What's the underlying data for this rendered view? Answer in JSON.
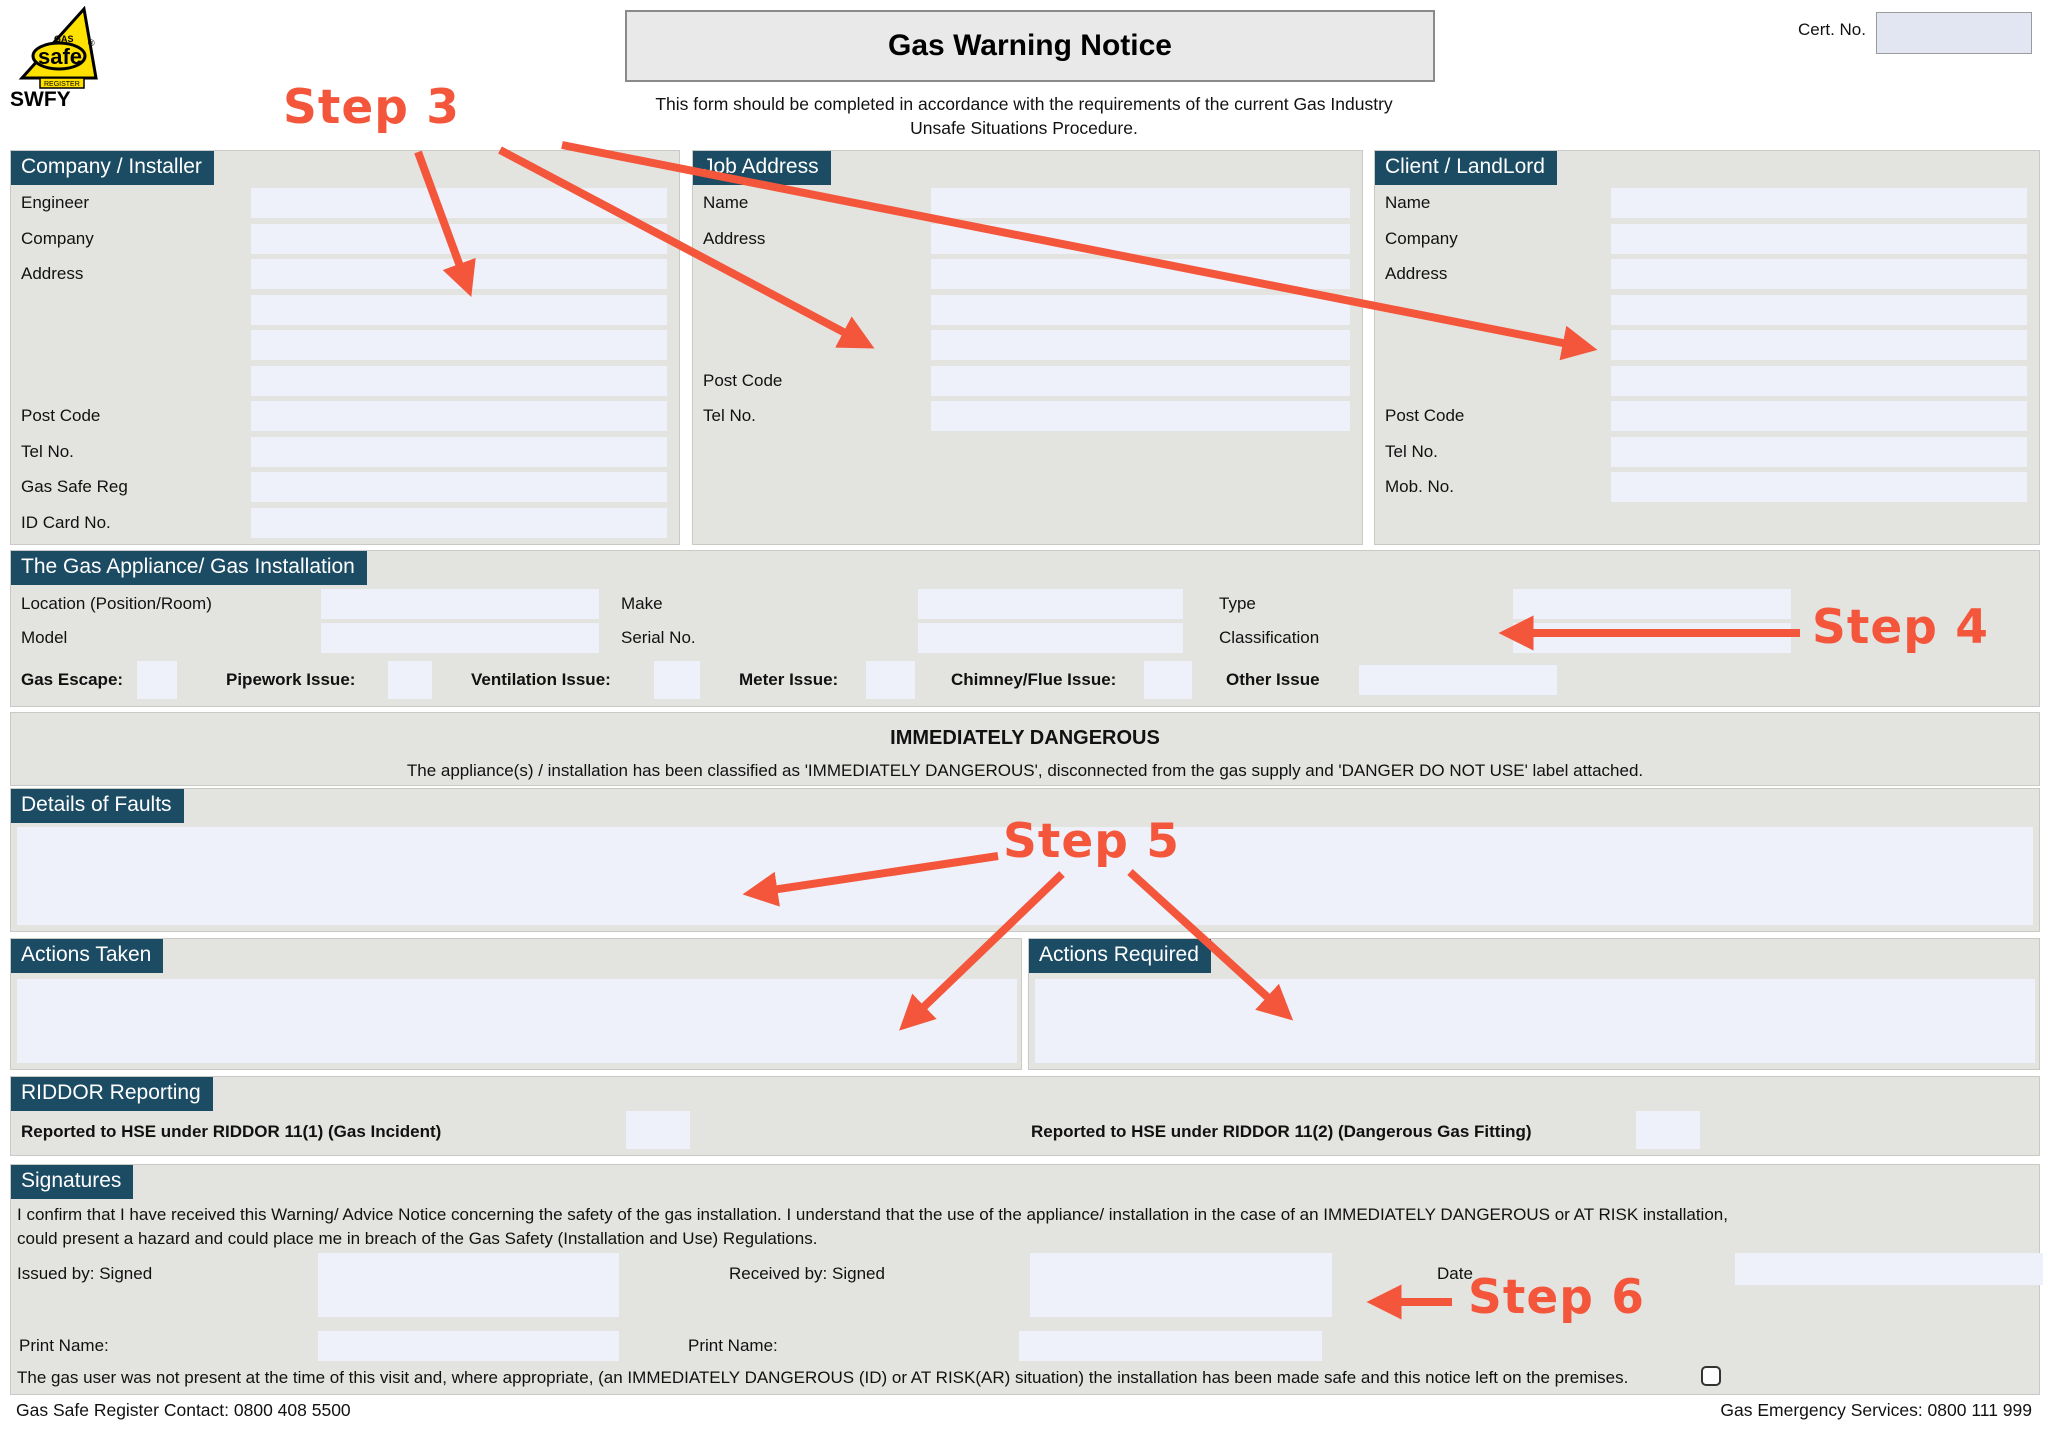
{
  "accent_color": "#f4563b",
  "tab_color": "#1c4b64",
  "header": {
    "logo": {
      "brand_top": "GAS",
      "brand": "safe",
      "reg_mark": "®",
      "brand_bottom": "REGISTER",
      "org": "SWFY"
    },
    "title": "Gas Warning Notice",
    "subtitle_line1": "This form should be completed in accordance with the requirements of the current Gas Industry",
    "subtitle_line2": "Unsafe Situations Procedure.",
    "cert_no_label": "Cert. No."
  },
  "company_installer": {
    "title": "Company / Installer",
    "labels": {
      "engineer": "Engineer",
      "company": "Company",
      "address": "Address",
      "post_code": "Post Code",
      "tel_no": "Tel No.",
      "gas_safe_reg": "Gas Safe Reg",
      "id_card_no": "ID Card No."
    }
  },
  "job_address": {
    "title": "Job Address",
    "labels": {
      "name": "Name",
      "address": "Address",
      "post_code": "Post Code",
      "tel_no": "Tel No."
    }
  },
  "client_landlord": {
    "title": "Client / LandLord",
    "labels": {
      "name": "Name",
      "company": "Company",
      "address": "Address",
      "post_code": "Post Code",
      "tel_no": "Tel No.",
      "mob_no": "Mob. No."
    }
  },
  "appliance": {
    "title": "The Gas Appliance/ Gas Installation",
    "labels": {
      "location": "Location (Position/Room)",
      "model": "Model",
      "make": "Make",
      "serial_no": "Serial No.",
      "type": "Type",
      "classification": "Classification"
    },
    "issues": {
      "gas_escape": "Gas Escape:",
      "pipework": "Pipework Issue:",
      "ventilation": "Ventilation Issue:",
      "meter": "Meter Issue:",
      "chimney_flue": "Chimney/Flue Issue:",
      "other": "Other Issue"
    }
  },
  "immediately_dangerous": {
    "title": "IMMEDIATELY DANGEROUS",
    "description": "The appliance(s) / installation has been classified as 'IMMEDIATELY DANGEROUS', disconnected from the gas supply and 'DANGER DO NOT USE' label attached."
  },
  "details_of_faults": {
    "title": "Details of Faults"
  },
  "actions": {
    "taken_title": "Actions Taken",
    "required_title": "Actions Required"
  },
  "riddor": {
    "title": "RIDDOR Reporting",
    "label_11_1": "Reported to HSE under RIDDOR 11(1) (Gas Incident)",
    "label_11_2": "Reported to HSE under RIDDOR 11(2) (Dangerous Gas Fitting)"
  },
  "signatures": {
    "title": "Signatures",
    "confirm_line1": "I confirm that I have received this Warning/ Advice Notice concerning the safety of the gas installation. I understand that the use of the appliance/ installation in the case of an IMMEDIATELY DANGEROUS or AT RISK installation,",
    "confirm_line2": "could present a hazard and could place me in breach of the Gas Safety (Installation and Use) Regulations.",
    "issued_by": "Issued by: Signed",
    "received_by": "Received by: Signed",
    "date": "Date",
    "print_name_left": "Print Name:",
    "print_name_right": "Print Name:",
    "not_present_note": "The gas user was not present at the time of this visit and, where appropriate, (an IMMEDIATELY DANGEROUS (ID) or AT RISK(AR) situation) the installation has been made safe and this notice left on the premises."
  },
  "footer": {
    "left": "Gas Safe Register Contact: 0800 408 5500",
    "right": "Gas Emergency Services: 0800 111 999"
  },
  "annotations": {
    "color": "#f4563b",
    "steps": [
      {
        "label": "Step 3"
      },
      {
        "label": "Step 4"
      },
      {
        "label": "Step 5"
      },
      {
        "label": "Step 6"
      }
    ]
  }
}
